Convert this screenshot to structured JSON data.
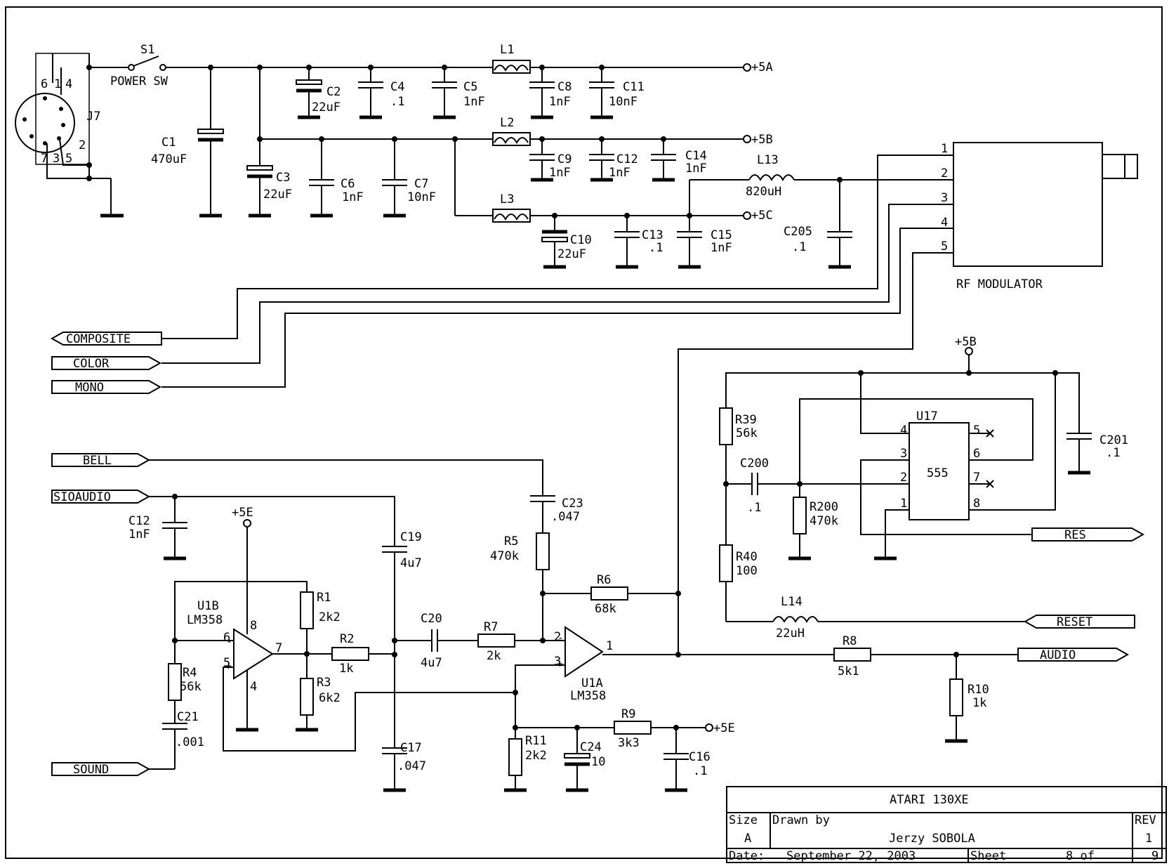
{
  "connector": {
    "label": "J7",
    "pins": [
      "6",
      "1",
      "4",
      "2",
      "7",
      "3",
      "5"
    ]
  },
  "switch": {
    "ref": "S1",
    "name": "POWER SW"
  },
  "caps": [
    {
      "ref": "C1",
      "value": "470uF"
    },
    {
      "ref": "C2",
      "value": "22uF"
    },
    {
      "ref": "C3",
      "value": "22uF"
    },
    {
      "ref": "C4",
      "value": ".1"
    },
    {
      "ref": "C5",
      "value": "1nF"
    },
    {
      "ref": "C6",
      "value": "1nF"
    },
    {
      "ref": "C7",
      "value": "10nF"
    },
    {
      "ref": "C8",
      "value": "1nF"
    },
    {
      "ref": "C9",
      "value": "1nF"
    },
    {
      "ref": "C10",
      "value": "22uF"
    },
    {
      "ref": "C11",
      "value": "10nF"
    },
    {
      "ref": "C12",
      "value": "1nF"
    },
    {
      "ref": "C13",
      "value": ".1"
    },
    {
      "ref": "C14",
      "value": "1nF"
    },
    {
      "ref": "C15",
      "value": "1nF"
    },
    {
      "ref": "C205",
      "value": ".1"
    },
    {
      "ref": "C12",
      "value": "1nF"
    },
    {
      "ref": "C19",
      "value": "4u7"
    },
    {
      "ref": "C23",
      "value": ".047"
    },
    {
      "ref": "C20",
      "value": "4u7"
    },
    {
      "ref": "C17",
      "value": ".047"
    },
    {
      "ref": "C21",
      "value": ".001"
    },
    {
      "ref": "C24",
      "value": "10"
    },
    {
      "ref": "C16",
      "value": ".1"
    },
    {
      "ref": "C200",
      "value": ".1"
    },
    {
      "ref": "C201",
      "value": ".1"
    }
  ],
  "inductors": [
    {
      "ref": "L1",
      "value": ""
    },
    {
      "ref": "L2",
      "value": ""
    },
    {
      "ref": "L3",
      "value": ""
    },
    {
      "ref": "L13",
      "value": "820uH"
    },
    {
      "ref": "L14",
      "value": "22uH"
    }
  ],
  "resistors": [
    {
      "ref": "R1",
      "value": "2k2"
    },
    {
      "ref": "R2",
      "value": "1k"
    },
    {
      "ref": "R3",
      "value": "6k2"
    },
    {
      "ref": "R4",
      "value": "56k"
    },
    {
      "ref": "R5",
      "value": "470k"
    },
    {
      "ref": "R6",
      "value": "68k"
    },
    {
      "ref": "R7",
      "value": "2k"
    },
    {
      "ref": "R8",
      "value": "5k1"
    },
    {
      "ref": "R9",
      "value": "3k3"
    },
    {
      "ref": "R10",
      "value": "1k"
    },
    {
      "ref": "R11",
      "value": "2k2"
    },
    {
      "ref": "R39",
      "value": "56k"
    },
    {
      "ref": "R40",
      "value": "100"
    },
    {
      "ref": "R200",
      "value": "470k"
    }
  ],
  "rails": {
    "a": "+5A",
    "b": "+5B",
    "c": "+5C",
    "e": "+5E",
    "b2": "+5B"
  },
  "rf": {
    "label": "RF MODULATOR",
    "pins": [
      "1",
      "2",
      "3",
      "4",
      "5"
    ]
  },
  "signals": {
    "composite": "COMPOSITE",
    "color": "COLOR",
    "mono": "MONO",
    "bell": "BELL",
    "sioaudio": "SIOAUDIO",
    "sound": "SOUND",
    "res": "RES",
    "reset": "RESET",
    "audio": "AUDIO"
  },
  "opamps": {
    "u1b_ref": "U1B",
    "u1b_part": "LM358",
    "u1b_pins": [
      "6",
      "5",
      "7",
      "8",
      "4"
    ],
    "u1a_ref": "U1A",
    "u1a_part": "LM358",
    "u1a_pins": [
      "2",
      "3",
      "1"
    ]
  },
  "timer": {
    "ref": "U17",
    "part": "555",
    "pins": [
      "4",
      "3",
      "2",
      "1",
      "5",
      "6",
      "7",
      "8"
    ]
  },
  "title_block": {
    "title": "ATARI 130XE",
    "size_label": "Size",
    "size": "A",
    "drawn_label": "Drawn by",
    "drawn_by": "Jerzy SOBOLA",
    "rev_label": "REV",
    "rev": "1",
    "date_label": "Date:",
    "date": "September 22, 2003",
    "sheet_label": "Sheet",
    "sheet": "8 of",
    "sheet_total": "9"
  }
}
